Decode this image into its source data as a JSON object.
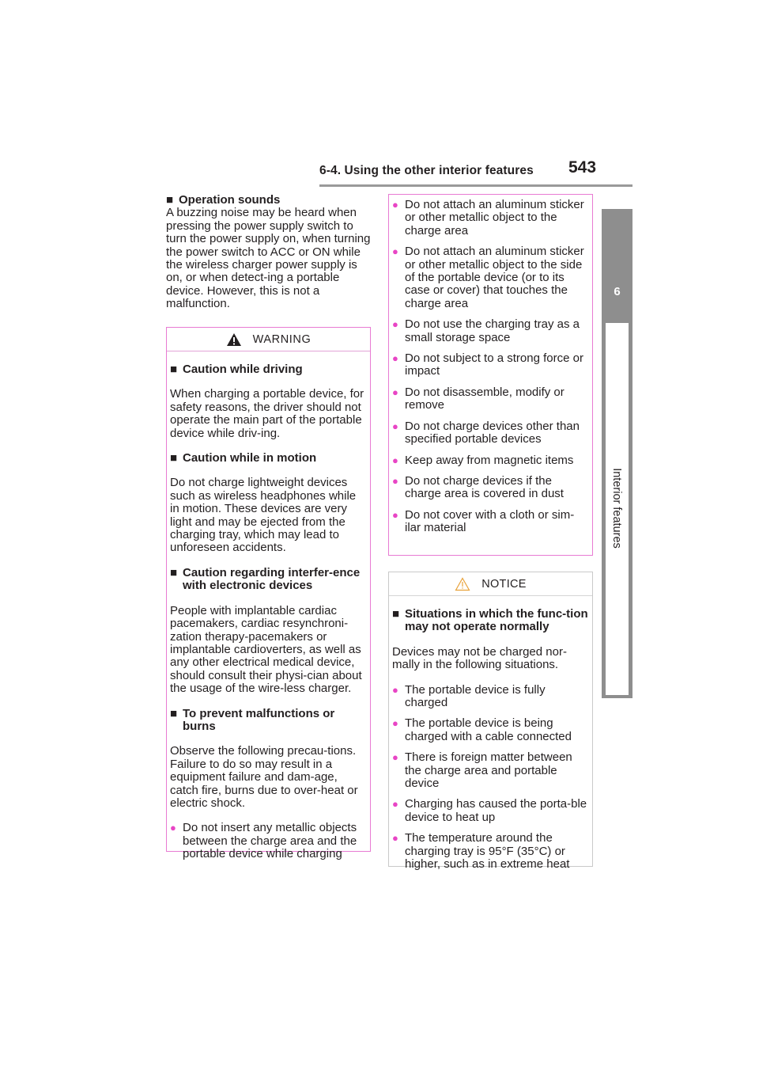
{
  "header": {
    "section_title": "6-4. Using the other interior features",
    "page_number": "543"
  },
  "side_tab": {
    "chapter": "6",
    "label": "Interior features"
  },
  "left_column": {
    "operation_sounds": {
      "heading": "Operation sounds",
      "body": "A buzzing noise may be heard when pressing the power supply switch to turn the power supply on, when turning the power switch to ACC or ON while the wireless charger power supply is on, or when detect-ing a portable device. However, this is not a malfunction."
    }
  },
  "warning": {
    "title": "WARNING",
    "sections": [
      {
        "heading": "Caution while driving",
        "body": "When charging a portable device, for safety reasons, the driver should not operate the main part of the portable device while driv-ing."
      },
      {
        "heading": "Caution while in motion",
        "body": "Do not charge lightweight devices such as wireless headphones while in motion. These devices are very light and may be ejected from the charging tray, which may lead to unforeseen accidents."
      },
      {
        "heading": "Caution regarding interfer-ence with electronic devices",
        "body": "People with implantable cardiac pacemakers, cardiac resynchroni-zation therapy-pacemakers or implantable cardioverters, as well as any other electrical medical device, should consult their physi-cian about the usage of the wire-less charger."
      },
      {
        "heading": "To prevent malfunctions or burns",
        "body": "Observe the following precau-tions. Failure to do so may result in a equipment failure and dam-age, catch fire, burns due to over-heat or electric shock."
      }
    ],
    "bullets_left": [
      "Do not insert any metallic objects between the charge area and the portable device while charging"
    ],
    "bullets_right": [
      "Do not attach an aluminum sticker or other metallic object to the charge area",
      "Do not attach an aluminum sticker or other metallic object to the side of the portable device (or to its case or cover) that touches the charge area",
      "Do not use the charging tray as a small storage space",
      "Do not subject to a strong force or impact",
      "Do not disassemble, modify or remove",
      "Do not charge devices other than specified portable devices",
      "Keep away from magnetic items",
      "Do not charge devices if the charge area is covered in dust",
      "Do not cover with a cloth or sim-ilar material"
    ]
  },
  "notice": {
    "title": "NOTICE",
    "heading": "Situations in which the func-tion may not operate normally",
    "body": "Devices may not be charged nor-mally in the following situations.",
    "bullets": [
      "The portable device is fully charged",
      "The portable device is being charged with a cable connected",
      "There is foreign matter between the charge area and portable device",
      "Charging has caused the porta-ble device to heat up",
      "The temperature around the charging tray is 95°F (35°C) or higher, such as in extreme heat"
    ]
  },
  "colors": {
    "warning_border": "#e87bd3",
    "bullet": "#e845c5",
    "side_tab": "#8e8e8e"
  },
  "icons": {
    "warning": "warning-triangle-icon",
    "notice": "notice-triangle-icon"
  }
}
